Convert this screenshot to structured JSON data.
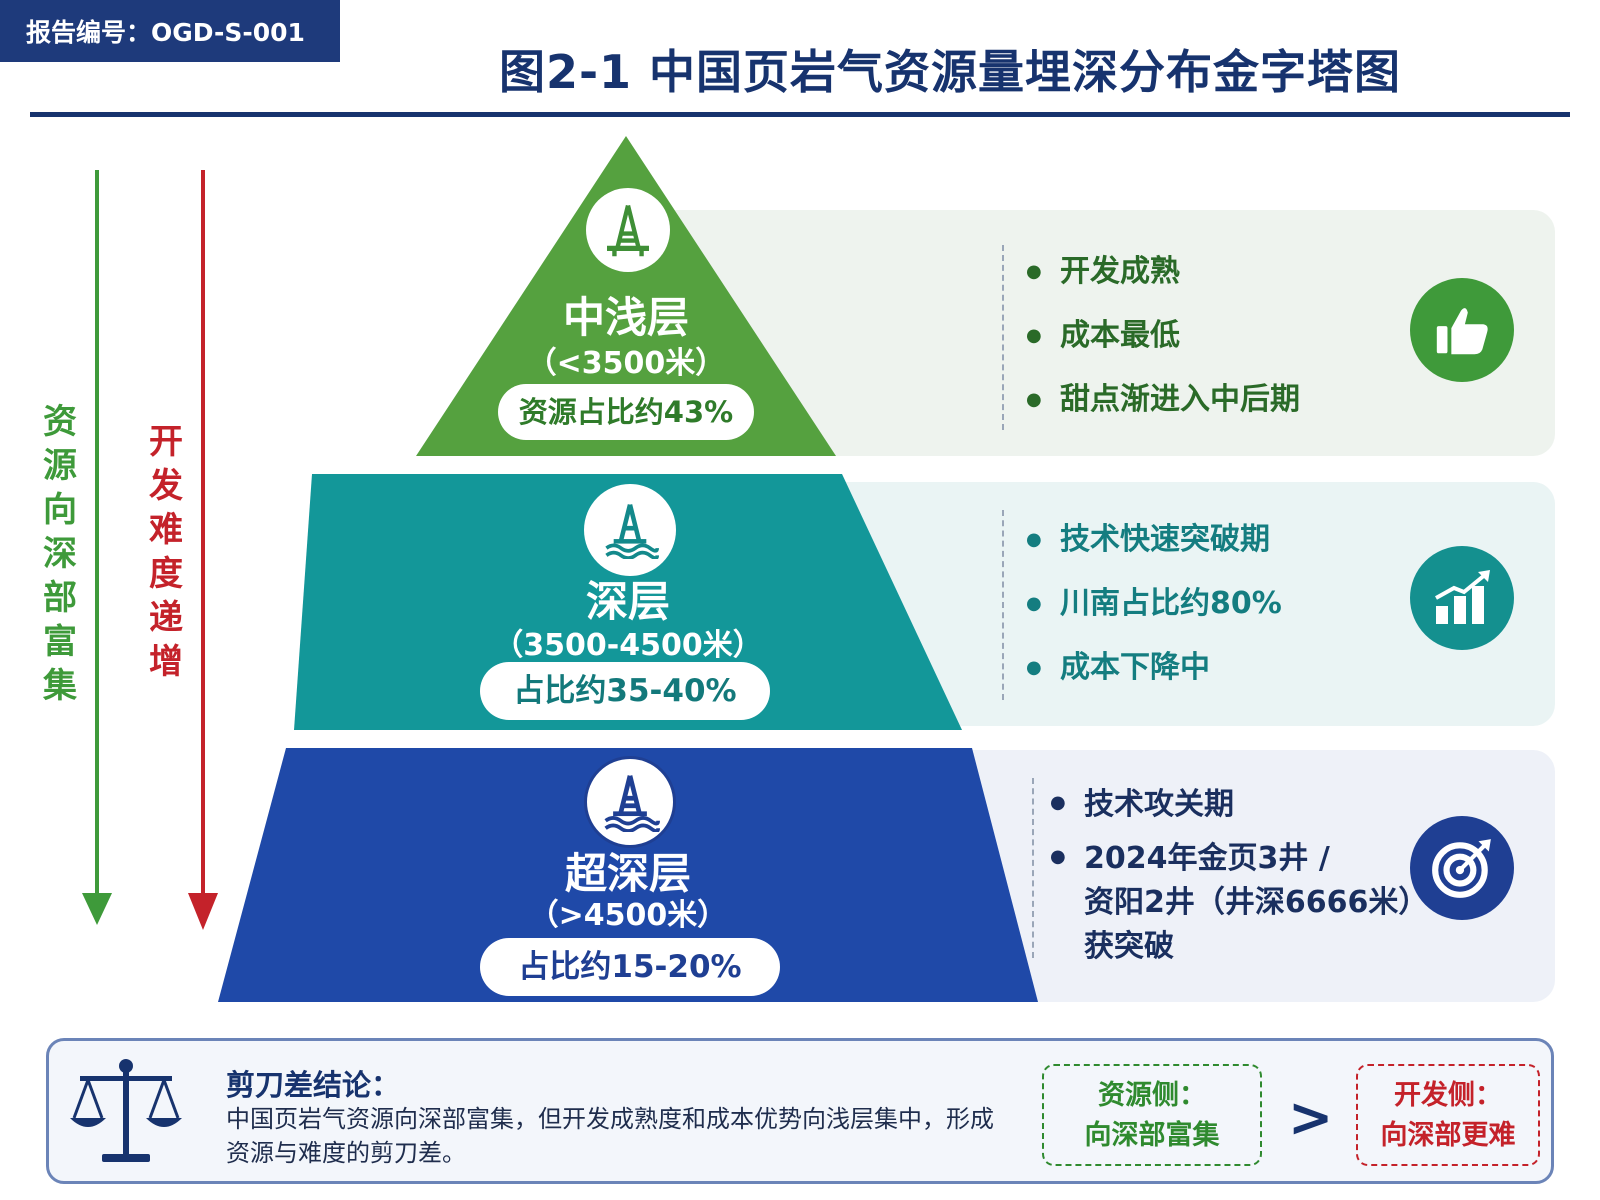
{
  "report": {
    "tag": "报告编号：OGD-S-001"
  },
  "title": "图2-1  中国页岩气资源量埋深分布金字塔图",
  "axes": {
    "resource": {
      "label": "资源向深部富集",
      "color": "#3e9a3a"
    },
    "difficulty": {
      "label": "开发难度递增",
      "color": "#c4222a"
    }
  },
  "tiers": [
    {
      "name": "中浅层",
      "depth": "（<3500米）",
      "share": "资源占比约43%",
      "color": "#55a13f",
      "panel_bg": "#eef3ee",
      "text_color": "#2a6a28",
      "bullets": [
        "开发成熟",
        "成本最低",
        "甜点渐进入中后期"
      ],
      "icon": "thumbs-up-icon",
      "icon_color": "#3f9a3a"
    },
    {
      "name": "深层",
      "depth": "（3500-4500米）",
      "share": "占比约35-40%",
      "color": "#139799",
      "panel_bg": "#eaf4f4",
      "text_color": "#147d80",
      "bullets": [
        "技术快速突破期",
        "川南占比约80%",
        "成本下降中"
      ],
      "icon": "growth-chart-icon",
      "icon_color": "#14908f"
    },
    {
      "name": "超深层",
      "depth": "（>4500米）",
      "share": "占比约15-20%",
      "color": "#1f49a8",
      "panel_bg": "#eef1f8",
      "text_color": "#1a2f5f",
      "bullets": [
        "技术攻关期",
        "2024年金页3井 /\n资阳2井（井深6666米）\n获突破"
      ],
      "icon": "target-icon",
      "icon_color": "#1f3f93"
    }
  ],
  "conclusion": {
    "title": "剪刀差结论：",
    "text": "中国页岩气资源向深部富集，但开发成熟度和成本优势向浅层集中，形成资源与难度的剪刀差。",
    "resource_side": {
      "label": "资源侧：",
      "value": "向深部富集",
      "color": "#2f8a2f"
    },
    "relation": ">",
    "dev_side": {
      "label": "开发侧：",
      "value": "向深部更难",
      "color": "#c4222a"
    },
    "icon": "scales-icon"
  }
}
